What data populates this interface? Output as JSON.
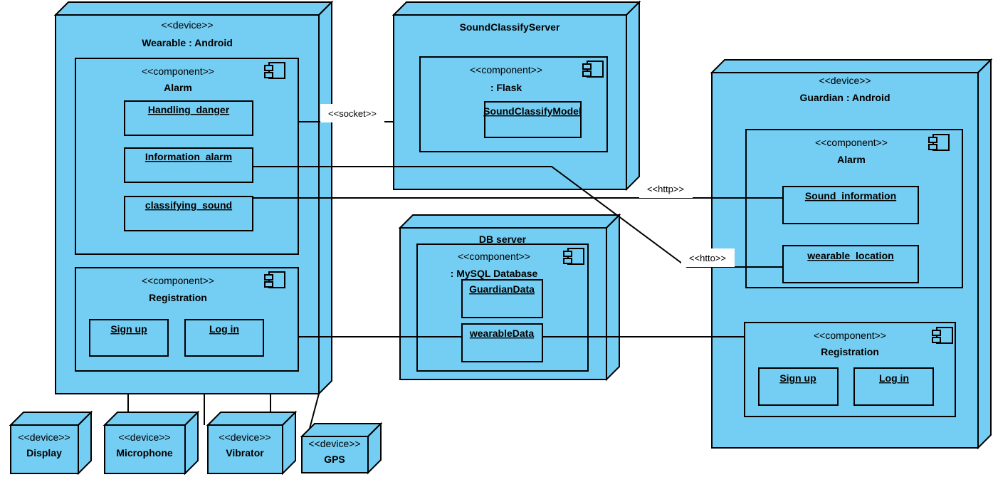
{
  "diagram": {
    "kind": "UML Deployment Diagram",
    "colors": {
      "node_fill": "#74cdf2",
      "stroke": "#000000",
      "background": "#ffffff"
    },
    "stereotypes": {
      "device": "<<device>>",
      "component": "<<component>>"
    },
    "nodes": [
      {
        "id": "wearable",
        "stereotype": "<<device>>",
        "label": "Wearable : Android",
        "components": [
          {
            "id": "wearable-alarm",
            "stereotype": "<<component>>",
            "label": "Alarm",
            "artifacts": [
              "Handling_danger",
              "Information_alarm",
              "classifying_sound"
            ]
          },
          {
            "id": "wearable-registration",
            "stereotype": "<<component>>",
            "label": "Registration",
            "artifacts": [
              "Sign up",
              "Log in"
            ]
          }
        ]
      },
      {
        "id": "soundclassifyserver",
        "stereotype": "",
        "label": "SoundClassifyServer",
        "components": [
          {
            "id": "flask",
            "stereotype": "<<component>>",
            "label": ": Flask",
            "artifacts": [
              "SoundClassifyModel"
            ]
          }
        ]
      },
      {
        "id": "dbserver",
        "stereotype": "",
        "label": "DB server",
        "components": [
          {
            "id": "mysql",
            "stereotype": "<<component>>",
            "label": ": MySQL Database",
            "artifacts": [
              "GuardianData",
              "wearableData"
            ]
          }
        ]
      },
      {
        "id": "guardian",
        "stereotype": "<<device>>",
        "label": "Guardian : Android",
        "components": [
          {
            "id": "guardian-alarm",
            "stereotype": "<<component>>",
            "label": "Alarm",
            "artifacts": [
              "Sound_information",
              "wearable_location"
            ]
          },
          {
            "id": "guardian-registration",
            "stereotype": "<<component>>",
            "label": "Registration",
            "artifacts": [
              "Sign up",
              "Log in"
            ]
          }
        ]
      }
    ],
    "peripherals": [
      {
        "id": "display",
        "stereotype": "<<device>>",
        "label": "Display"
      },
      {
        "id": "microphone",
        "stereotype": "<<device>>",
        "label": "Microphone"
      },
      {
        "id": "vibrator",
        "stereotype": "<<device>>",
        "label": "Vibrator"
      },
      {
        "id": "gps",
        "stereotype": "<<device>>",
        "label": "GPS"
      }
    ],
    "connections": [
      {
        "id": "conn-socket",
        "label": "<<socket>>",
        "from": "wearable-alarm",
        "to": "flask"
      },
      {
        "id": "conn-http-1",
        "label": "<<http>>",
        "from": "classifying_sound",
        "to": "Sound_information"
      },
      {
        "id": "conn-http-2",
        "label": "<<htto>>",
        "from": "Information_alarm",
        "to": "wearable_location"
      },
      {
        "id": "conn-db-left",
        "label": "",
        "from": "wearable-registration",
        "to": "wearableData"
      },
      {
        "id": "conn-db-right",
        "label": "",
        "from": "wearableData",
        "to": "guardian"
      },
      {
        "id": "conn-display",
        "label": "",
        "from": "wearable",
        "to": "display"
      },
      {
        "id": "conn-microphone",
        "label": "",
        "from": "wearable",
        "to": "microphone"
      },
      {
        "id": "conn-vibrator",
        "label": "",
        "from": "wearable",
        "to": "vibrator"
      },
      {
        "id": "conn-gps",
        "label": "",
        "from": "wearable",
        "to": "gps"
      }
    ]
  }
}
